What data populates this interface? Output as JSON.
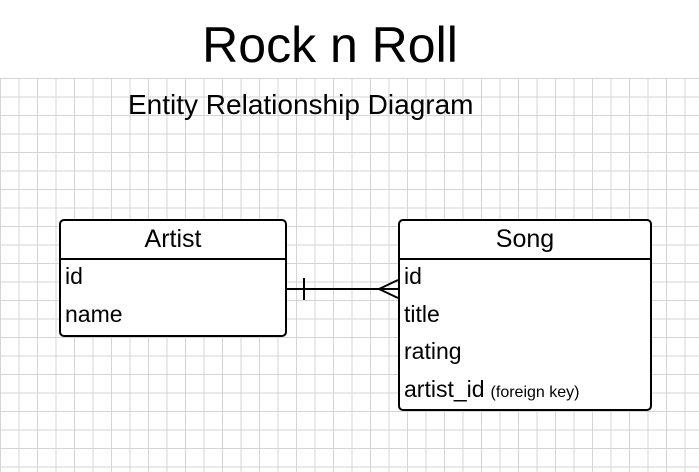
{
  "diagram": {
    "title": "Rock n Roll",
    "subtitle": "Entity Relationship Diagram"
  },
  "entities": {
    "artist": {
      "name": "Artist",
      "fields": [
        {
          "name": "id",
          "note": ""
        },
        {
          "name": "name",
          "note": ""
        }
      ]
    },
    "song": {
      "name": "Song",
      "fields": [
        {
          "name": "id",
          "note": ""
        },
        {
          "name": "title",
          "note": ""
        },
        {
          "name": "rating",
          "note": ""
        },
        {
          "name": "artist_id",
          "note": "(foreign key)"
        }
      ]
    }
  },
  "relationships": [
    {
      "from": "Artist",
      "to": "Song",
      "from_cardinality": "one",
      "to_cardinality": "many"
    }
  ],
  "colors": {
    "grid": "#d4d4d4",
    "stroke": "#000000",
    "background": "#ffffff"
  }
}
